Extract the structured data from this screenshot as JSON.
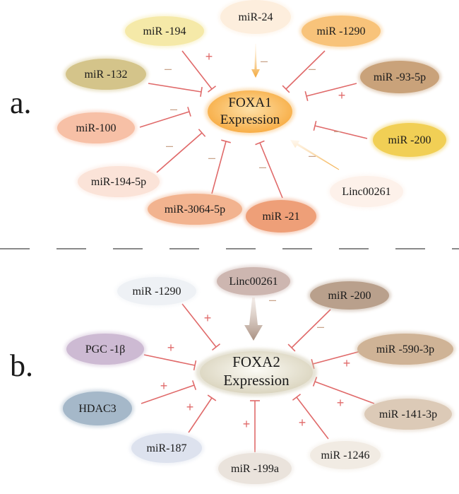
{
  "panels": [
    {
      "label": "a.",
      "center": {
        "line1": "FOXA1",
        "line2": "Expression"
      },
      "nodes": [
        {
          "text": "miR -194",
          "effect": "inhibit",
          "sign": "+",
          "fill": "#f5e9a8"
        },
        {
          "text": "miR-24",
          "effect": "activate",
          "sign": "–",
          "fill": "#fdeedd"
        },
        {
          "text": "miR -1290",
          "effect": "inhibit",
          "sign": "–",
          "fill": "#f8c37a"
        },
        {
          "text": "miR -132",
          "effect": "inhibit",
          "sign": "–",
          "fill": "#d4c48a"
        },
        {
          "text": "miR -93-5p",
          "effect": "inhibit",
          "sign": "+",
          "fill": "#c9a27a"
        },
        {
          "text": "miR-100",
          "effect": "inhibit",
          "sign": "–",
          "fill": "#f7c0a6"
        },
        {
          "text": "miR -200",
          "effect": "inhibit",
          "sign": "–",
          "fill": "#f1cf55"
        },
        {
          "text": "miR-194-5p",
          "effect": "inhibit",
          "sign": "–",
          "fill": "#fbe3d8"
        },
        {
          "text": "Linc00261",
          "effect": "activate",
          "sign": "–",
          "fill": "#fdf1ea"
        },
        {
          "text": "miR-3064-5p",
          "effect": "inhibit",
          "sign": "–",
          "fill": "#f2b38f"
        },
        {
          "text": "miR -21",
          "effect": "inhibit",
          "sign": "–",
          "fill": "#ee9f78"
        }
      ]
    },
    {
      "label": "b.",
      "center": {
        "line1": "FOXA2",
        "line2": "Expression"
      },
      "nodes": [
        {
          "text": "Linc00261",
          "effect": "activate",
          "sign": "–",
          "fill": "#cdb6b0"
        },
        {
          "text": "miR -1290",
          "effect": "inhibit",
          "sign": "+",
          "fill": "#eef1f5"
        },
        {
          "text": "miR -200",
          "effect": "inhibit",
          "sign": "–",
          "fill": "#b9a08c"
        },
        {
          "text": "PGC -1β",
          "effect": "inhibit",
          "sign": "+",
          "fill": "#cdbad3"
        },
        {
          "text": "miR -590-3p",
          "effect": "inhibit",
          "sign": "+",
          "fill": "#cfb396"
        },
        {
          "text": "HDAC3",
          "effect": "inhibit",
          "sign": "+",
          "fill": "#a5b8c9"
        },
        {
          "text": "miR -141-3p",
          "effect": "inhibit",
          "sign": "+",
          "fill": "#dccab7"
        },
        {
          "text": "miR-187",
          "effect": "inhibit",
          "sign": "+",
          "fill": "#dde2ee"
        },
        {
          "text": "miR -1246",
          "effect": "inhibit",
          "sign": "+",
          "fill": "#f1ebe3"
        },
        {
          "text": "miR -199a",
          "effect": "inhibit",
          "sign": "+",
          "fill": "#eae3dc"
        }
      ]
    }
  ],
  "colors": {
    "inhibit_line": "#e06a6a",
    "sign": "#e06a6a",
    "arrow_a": "#f2a638",
    "arrow_b": "#a88f80",
    "center_a": "#f8b34a",
    "center_b": "#ece8d8",
    "separator": "#8a8a8a"
  }
}
